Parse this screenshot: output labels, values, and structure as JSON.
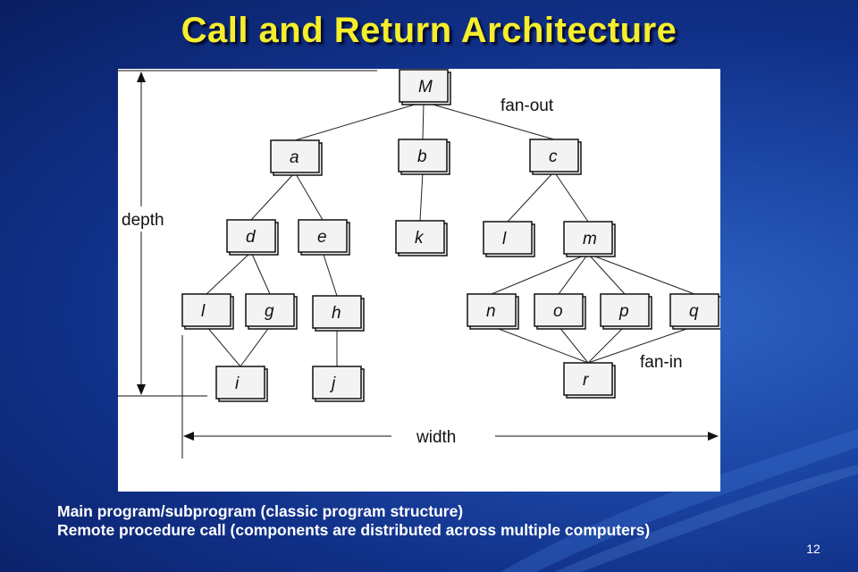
{
  "slide": {
    "title": "Call and Return Architecture",
    "page_number": "12"
  },
  "diagram": {
    "nodes": [
      {
        "id": "M",
        "label": "M"
      },
      {
        "id": "a",
        "label": "a"
      },
      {
        "id": "b",
        "label": "b"
      },
      {
        "id": "c",
        "label": "c"
      },
      {
        "id": "d",
        "label": "d"
      },
      {
        "id": "e",
        "label": "e"
      },
      {
        "id": "k",
        "label": "k"
      },
      {
        "id": "l1",
        "label": "l"
      },
      {
        "id": "m",
        "label": "m"
      },
      {
        "id": "l2",
        "label": "l"
      },
      {
        "id": "g",
        "label": "g"
      },
      {
        "id": "h",
        "label": "h"
      },
      {
        "id": "n",
        "label": "n"
      },
      {
        "id": "o",
        "label": "o"
      },
      {
        "id": "p",
        "label": "p"
      },
      {
        "id": "q",
        "label": "q"
      },
      {
        "id": "i",
        "label": "i"
      },
      {
        "id": "j",
        "label": "j"
      },
      {
        "id": "r",
        "label": "r"
      }
    ],
    "edges": [
      [
        "M",
        "a"
      ],
      [
        "M",
        "b"
      ],
      [
        "M",
        "c"
      ],
      [
        "a",
        "d"
      ],
      [
        "a",
        "e"
      ],
      [
        "b",
        "k"
      ],
      [
        "c",
        "l1"
      ],
      [
        "c",
        "m"
      ],
      [
        "d",
        "l2"
      ],
      [
        "d",
        "g"
      ],
      [
        "e",
        "h"
      ],
      [
        "m",
        "n"
      ],
      [
        "m",
        "o"
      ],
      [
        "m",
        "p"
      ],
      [
        "m",
        "q"
      ],
      [
        "l2",
        "i"
      ],
      [
        "g",
        "i"
      ],
      [
        "h",
        "j"
      ],
      [
        "n",
        "r"
      ],
      [
        "o",
        "r"
      ],
      [
        "p",
        "r"
      ],
      [
        "q",
        "r"
      ]
    ],
    "annotations": {
      "fan_out": "fan-out",
      "fan_in": "fan-in",
      "depth": "depth",
      "width": "width"
    }
  },
  "caption": {
    "line1": "Main program/subprogram (classic program structure)",
    "line2": "Remote procedure call (components are distributed across multiple computers)"
  }
}
